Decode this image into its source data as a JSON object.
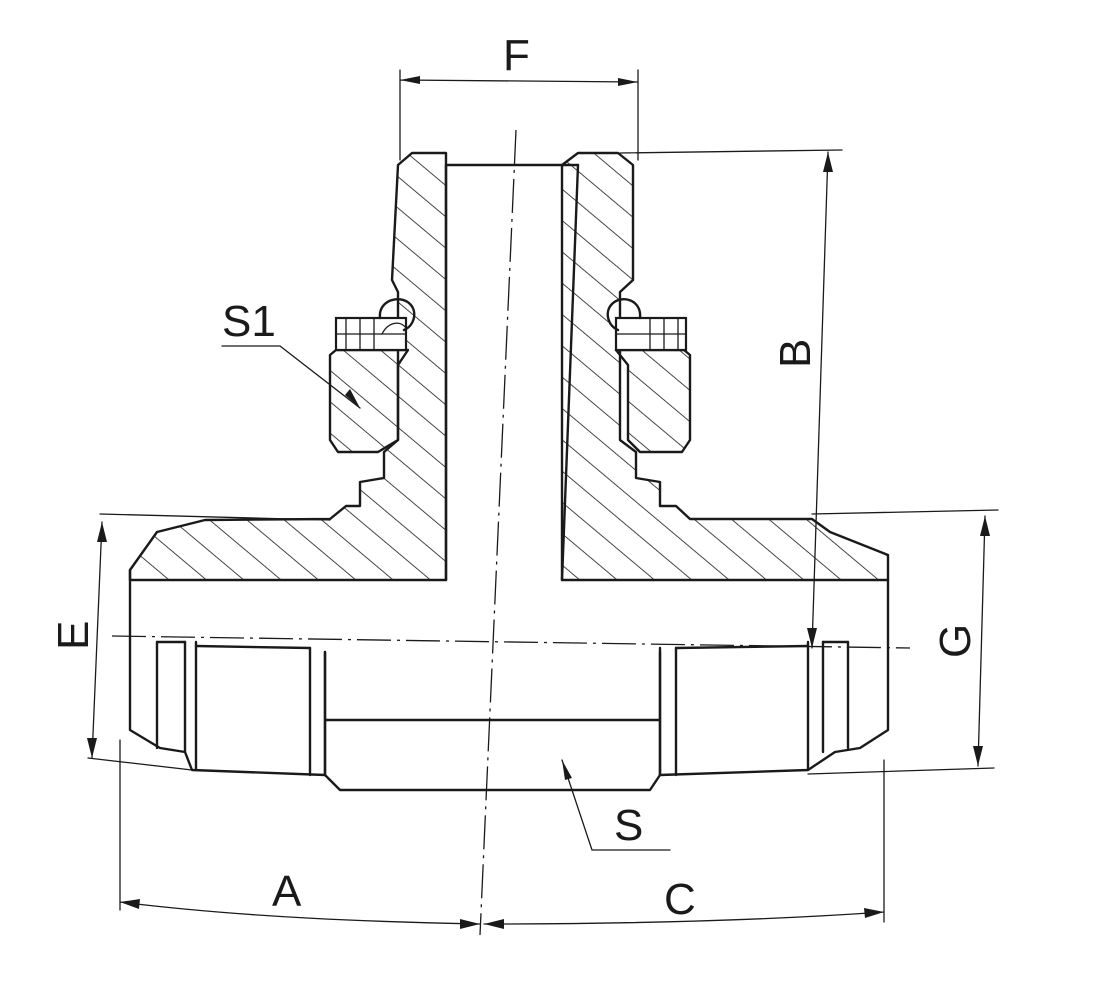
{
  "labels": {
    "F": "F",
    "B": "B",
    "S1": "S1",
    "E": "E",
    "G": "G",
    "S": "S",
    "A": "A",
    "C": "C"
  },
  "colors": {
    "ink": "#1a1a1a",
    "paper": "#ffffff"
  }
}
